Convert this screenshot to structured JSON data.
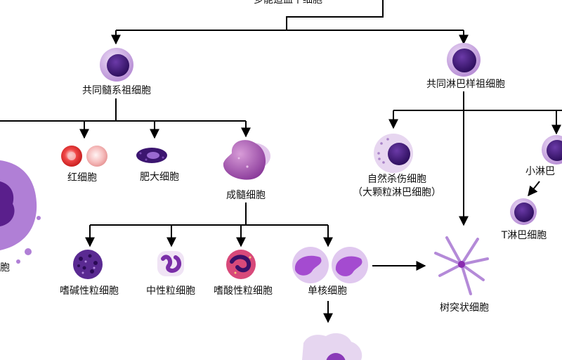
{
  "nodes": {
    "top_partial": "多能造血干细胞",
    "myeloid_progenitor": "共同髓系祖细胞",
    "lymphoid_progenitor": "共同淋巴样祖细胞",
    "erythrocyte": "红细胞",
    "mast_cell": "肥大细胞",
    "myeloblast": "成髓细胞",
    "basophil": "嗜碱性粒细胞",
    "neutrophil": "中性粒细胞",
    "eosinophil": "嗜酸性粒细胞",
    "monocyte": "单核细胞",
    "dendritic_cell": "树突状细胞",
    "nk_cell": "自然杀伤细胞",
    "nk_cell_note": "（大颗粒淋巴细胞）",
    "small_lymphocyte_partial": "小淋巴",
    "t_cell": "T淋巴细胞",
    "left_edge_partial": "胞"
  },
  "colors": {
    "nucleus": "#4a1f7e",
    "cytoplasm": "#c8a2e0",
    "granule_red": "#e53030",
    "line": "#000000"
  }
}
